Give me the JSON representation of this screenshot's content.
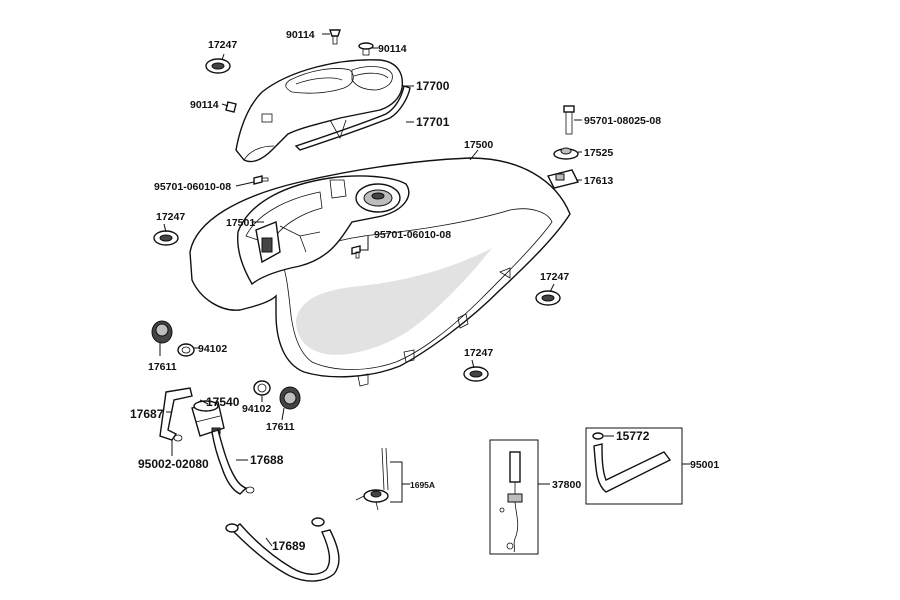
{
  "labels": {
    "l17247_a": "17247",
    "l90114_a": "90114",
    "l90114_b": "90114",
    "l90114_c": "90114",
    "l17700": "17700",
    "l17701": "17701",
    "l95701_08025": "95701-08025-08",
    "l17525": "17525",
    "l17613": "17613",
    "l17500": "17500",
    "l95701_06010_a": "95701-06010-08",
    "l17247_b": "17247",
    "l17501": "17501",
    "l95701_06010_b": "95701-06010-08",
    "l17247_c": "17247",
    "l17611_a": "17611",
    "l94102_a": "94102",
    "l17247_d": "17247",
    "l17540": "17540",
    "l17687": "17687",
    "l94102_b": "94102",
    "l17611_b": "17611",
    "l95002_02080": "95002-02080",
    "l17688": "17688",
    "l1695A": "1695A",
    "l37800": "37800",
    "l15772": "15772",
    "l95001": "95001",
    "l17689": "17689"
  }
}
